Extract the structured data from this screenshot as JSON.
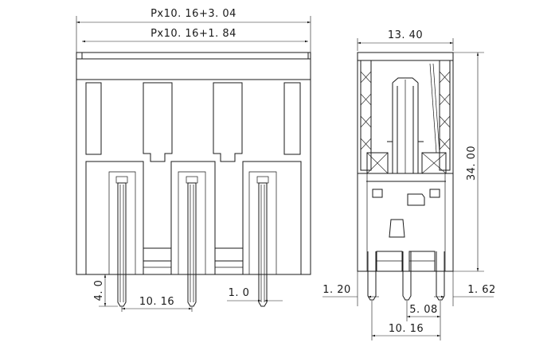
{
  "front_view": {
    "overall_width_label": "Px10. 16+3. 04",
    "inner_width_label": "Px10. 16+1. 84",
    "pin_length_label": "4. 0",
    "pitch_label": "10. 16",
    "pin_width_label": "1. 0"
  },
  "side_view": {
    "depth_label": "13. 40",
    "height_label": "34. 00",
    "left_offset_label": "1. 20",
    "right_offset_label": "1. 62",
    "pin_spacing_label": "5. 08",
    "pitch_label": "10. 16"
  }
}
